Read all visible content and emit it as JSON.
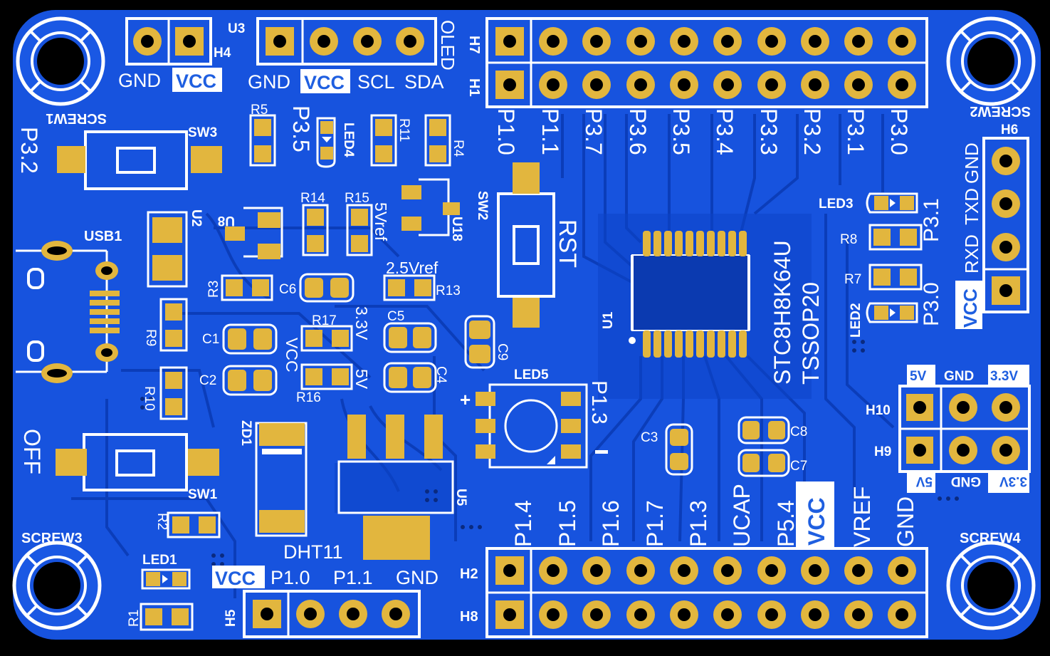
{
  "colors": {
    "background": "#000000",
    "board": "#1753de",
    "trace": "#0a3bb5",
    "copper": "#e2b63e",
    "silkscreen": "#ffffff",
    "hole": "#000000"
  },
  "labels": {
    "h4": "H4",
    "u3": "U3",
    "oled": "OLED",
    "h7": "H7",
    "h1": "H1",
    "h4_gnd": "GND",
    "h4_vcc": "VCC",
    "u3_gnd": "GND",
    "u3_vcc": "VCC",
    "u3_scl": "SCL",
    "u3_sda": "SDA",
    "screw1": "SCREW1",
    "screw2": "SCREW2",
    "screw3": "SCREW3",
    "screw4": "SCREW4",
    "sw3": "SW3",
    "sw1": "SW1",
    "sw2": "SW2",
    "rst": "RST",
    "p32": "P3.2",
    "off": "OFF",
    "p35": "P3.5",
    "r5": "R5",
    "r11": "R11",
    "r4": "R4",
    "led4": "LED4",
    "r14": "R14",
    "r15": "R15",
    "v5ref": "5Vref",
    "u18": "U18",
    "v25ref": "2.5Vref",
    "usb1": "USB1",
    "u2": "U2",
    "u8": "U8",
    "r3": "R3",
    "c6": "C6",
    "r13": "R13",
    "r17": "R17",
    "c5": "C5",
    "c1": "C1",
    "c2": "C2",
    "r9": "R9",
    "r10": "R10",
    "vcc_v": "VCC",
    "v33": "3.3V",
    "v5": "5V",
    "r16": "R16",
    "c4": "C4",
    "c9": "C9",
    "led5": "LED5",
    "p131": "P1.3",
    "zd1": "ZD1",
    "u5": "U5",
    "dht11": "DHT11",
    "r2": "R2",
    "led1": "LED1",
    "r1": "R1",
    "h5": "H5",
    "h5_vcc": "VCC",
    "h5_p10": "P1.0",
    "h5_p11": "P1.1",
    "h5_gnd": "GND",
    "h2": "H2",
    "h8": "H8",
    "u1": "U1",
    "chip1": "STC8H8K64U",
    "chip2": "TSSOP20",
    "c3": "C3",
    "c8": "C8",
    "c7": "C7",
    "led3": "LED3",
    "led2": "LED2",
    "r8": "R8",
    "r7": "R7",
    "p31": "P3.1",
    "p30": "P3.0",
    "h6": "H6",
    "h6_gnd": "GND",
    "h6_txd": "TXD",
    "h6_rxd": "RXD",
    "h6_vcc": "VCC",
    "h10": "H10",
    "h9": "H9",
    "h10_5v": "5V",
    "h10_gnd": "GND",
    "h10_33": "3.3V",
    "h9_5v": "5V",
    "h9_gnd": "GND",
    "h9_33": "3.3V",
    "plus": "+"
  },
  "top_header_labels": [
    "P1.0",
    "P1.1",
    "P3.7",
    "P3.6",
    "P3.5",
    "P3.4",
    "P3.3",
    "P3.2",
    "P3.1",
    "P3.0"
  ],
  "bottom_header_labels": [
    "P1.4",
    "P1.5",
    "P1.6",
    "P1.7",
    "P1.3",
    "UCAP",
    "P5.4",
    "VCC",
    "VREF",
    "GND"
  ]
}
